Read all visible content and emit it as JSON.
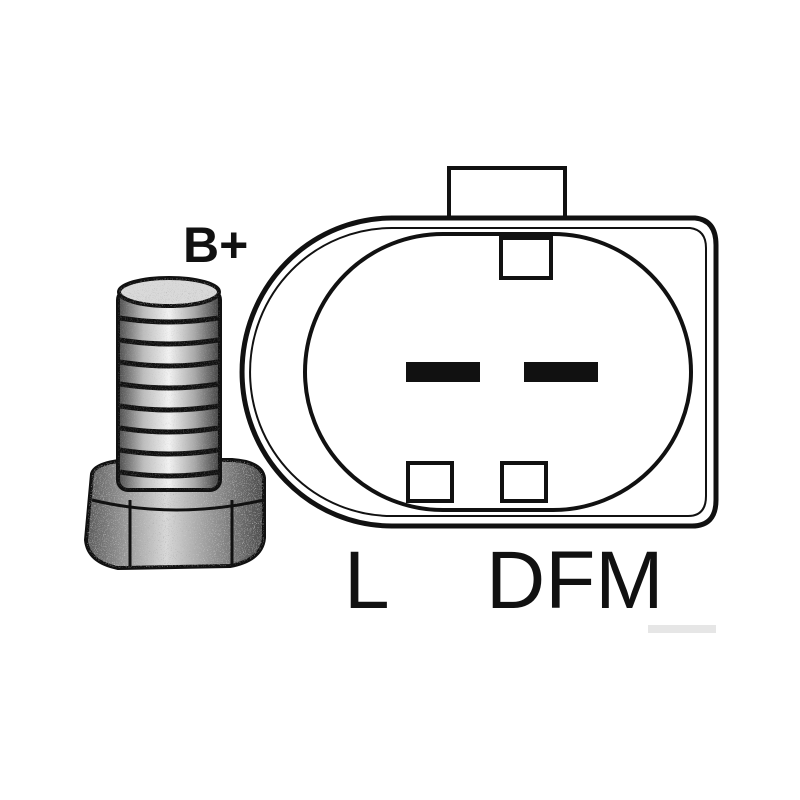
{
  "labels": {
    "terminal": "B+",
    "pin_left": "L",
    "pin_right": "DFM"
  },
  "colors": {
    "ink": "#111111",
    "background": "#ffffff",
    "watermark": "#cfcfcf"
  }
}
